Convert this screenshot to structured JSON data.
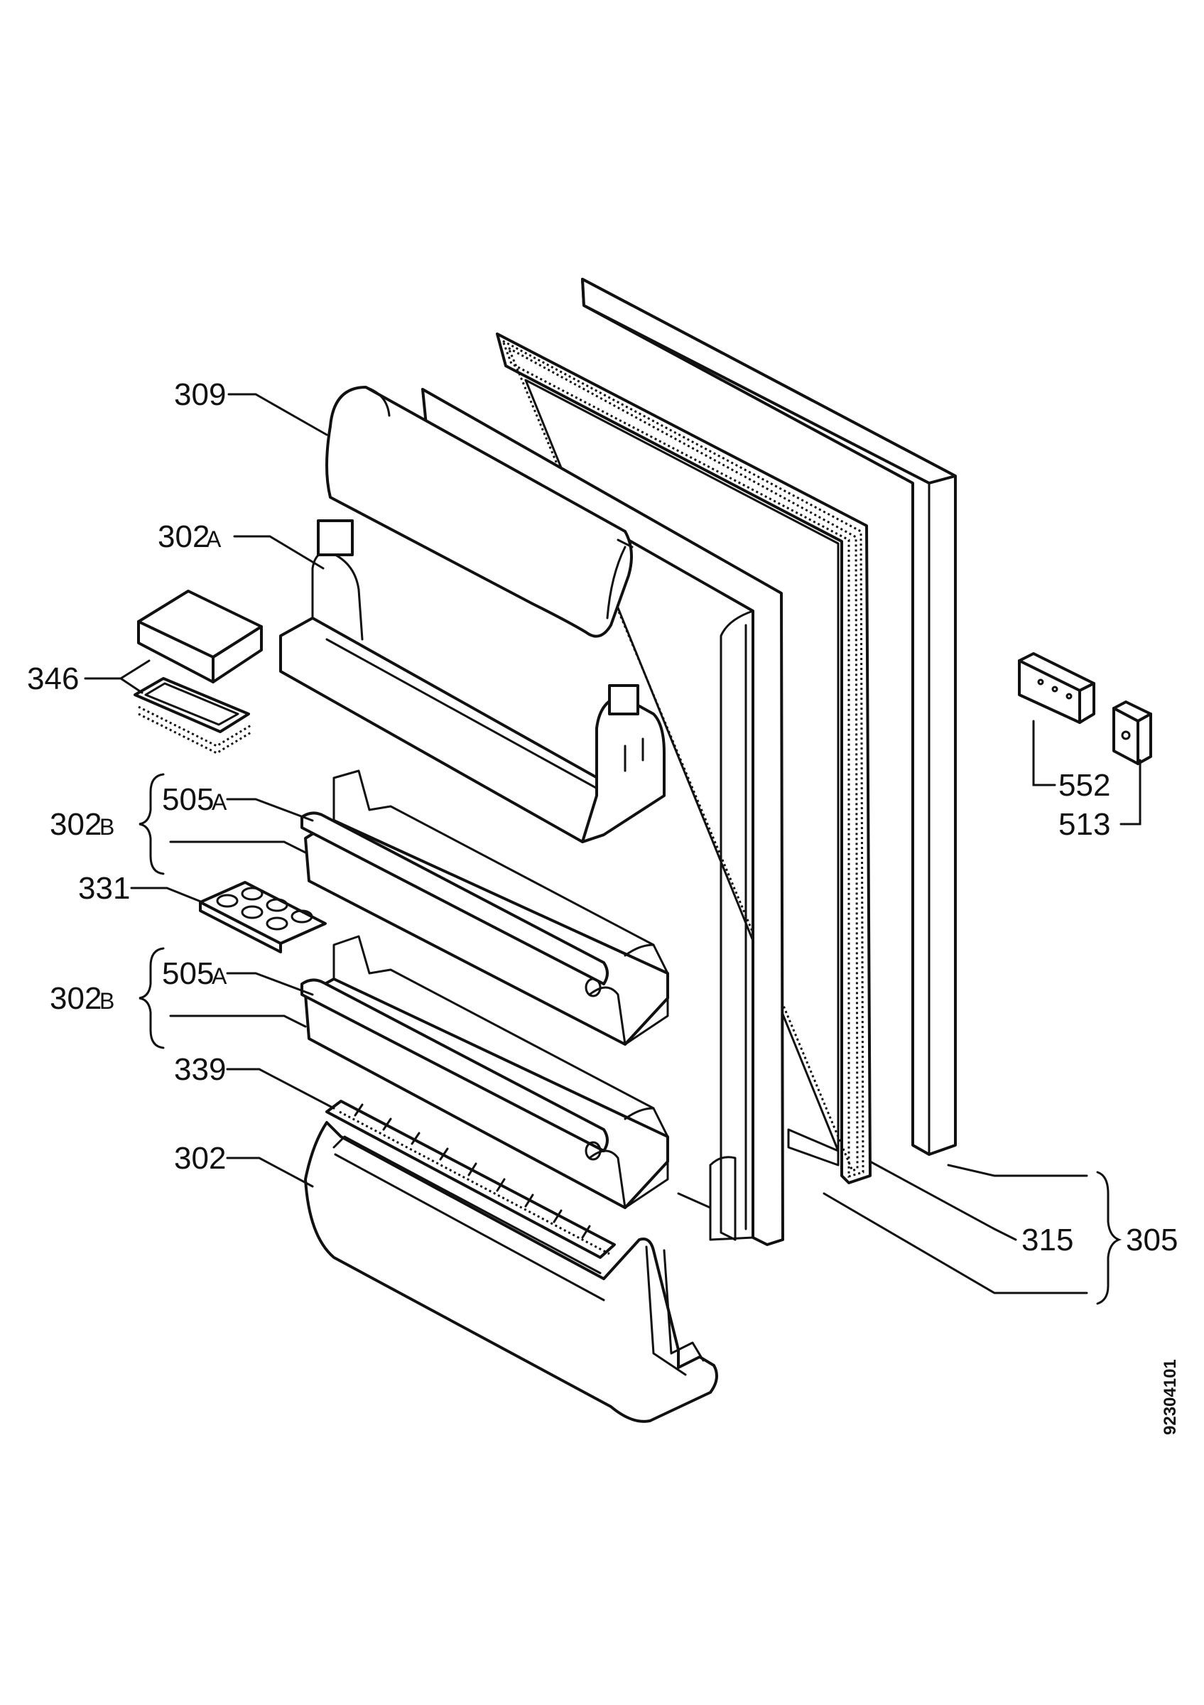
{
  "labels": {
    "l309": "309",
    "l302a": "302",
    "l302a_suffix": "A",
    "l346": "346",
    "l302b_top": "302",
    "l302b_top_suffix": "B",
    "l505a_top": "505",
    "l505a_top_suffix": "A",
    "l331": "331",
    "l302b_bottom": "302",
    "l302b_bottom_suffix": "B",
    "l505a_bottom": "505",
    "l505a_bottom_suffix": "A",
    "l339": "339",
    "l302": "302",
    "l552": "552",
    "l513": "513",
    "l315": "315",
    "l305": "305"
  },
  "document_number": "92304101"
}
